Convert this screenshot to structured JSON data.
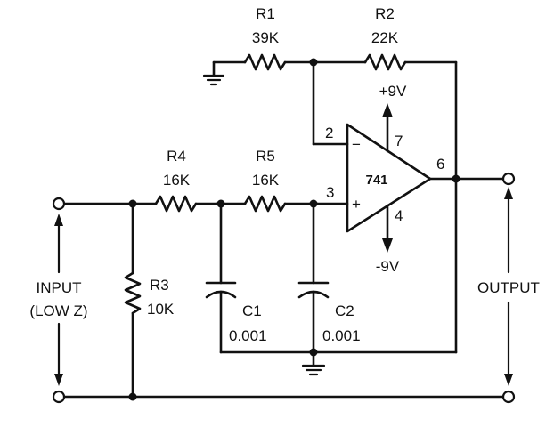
{
  "components": {
    "r1": {
      "name": "R1",
      "value": "39K"
    },
    "r2": {
      "name": "R2",
      "value": "22K"
    },
    "r3": {
      "name": "R3",
      "value": "10K"
    },
    "r4": {
      "name": "R4",
      "value": "16K"
    },
    "r5": {
      "name": "R5",
      "value": "16K"
    },
    "c1": {
      "name": "C1",
      "value": "0.001"
    },
    "c2": {
      "name": "C2",
      "value": "0.001"
    },
    "opamp": {
      "name": "741"
    }
  },
  "pins": {
    "p2": "2",
    "p3": "3",
    "p4": "4",
    "p6": "6",
    "p7": "7",
    "minus": "−",
    "plus": "+"
  },
  "supply": {
    "pos": "+9V",
    "neg": "-9V"
  },
  "input": {
    "line1": "INPUT",
    "line2": "(LOW Z)"
  },
  "output": {
    "label": "OUTPUT"
  }
}
